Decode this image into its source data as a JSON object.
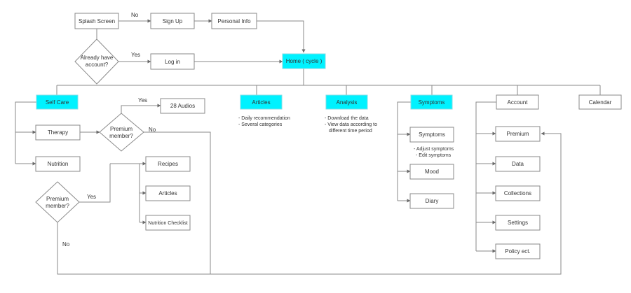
{
  "colors": {
    "highlight": "#00f2ff",
    "line": "#8a8a8a",
    "text": "#333333"
  },
  "nodes": {
    "splash": "Splash Screen",
    "signup": "Sign Up",
    "personal_info": "Personal Info",
    "login": "Log in",
    "home": "Home ( cycle )",
    "self_care": "Self Care",
    "audios": "28 Audios",
    "therapy": "Therapy",
    "nutrition": "Nutrition",
    "recipes": "Recipes",
    "articles_sub": "Articles",
    "nutrition_checklist": "Nutrition Checklist",
    "articles": "Articles",
    "analysis": "Analysis",
    "symptoms_main": "Symptoms",
    "symptoms_sub": "Symptoms",
    "mood": "Mood",
    "diary": "Diary",
    "account": "Account",
    "premium": "Premium",
    "data": "Data",
    "collections": "Collections",
    "settings": "Settings",
    "policy": "Policy ect.",
    "calendar": "Calendar"
  },
  "decisions": {
    "account_q": [
      "Already have",
      "account?"
    ],
    "premium_q1": [
      "Premium",
      "member?"
    ],
    "premium_q2": [
      "Premium",
      "member?"
    ]
  },
  "edge_labels": {
    "no_signup": "No",
    "yes_login": "Yes",
    "yes_audios": "Yes",
    "no_premium1": "No",
    "yes_recipes": "Yes",
    "no_premium2": "No"
  },
  "notes": {
    "articles": [
      "- Daily recommendation",
      "- Several categories"
    ],
    "analysis": [
      "- Download the data",
      "- View data according to",
      "different time period"
    ],
    "symptoms": [
      "- Adjust symptoms",
      "- Edit symptoms"
    ]
  }
}
